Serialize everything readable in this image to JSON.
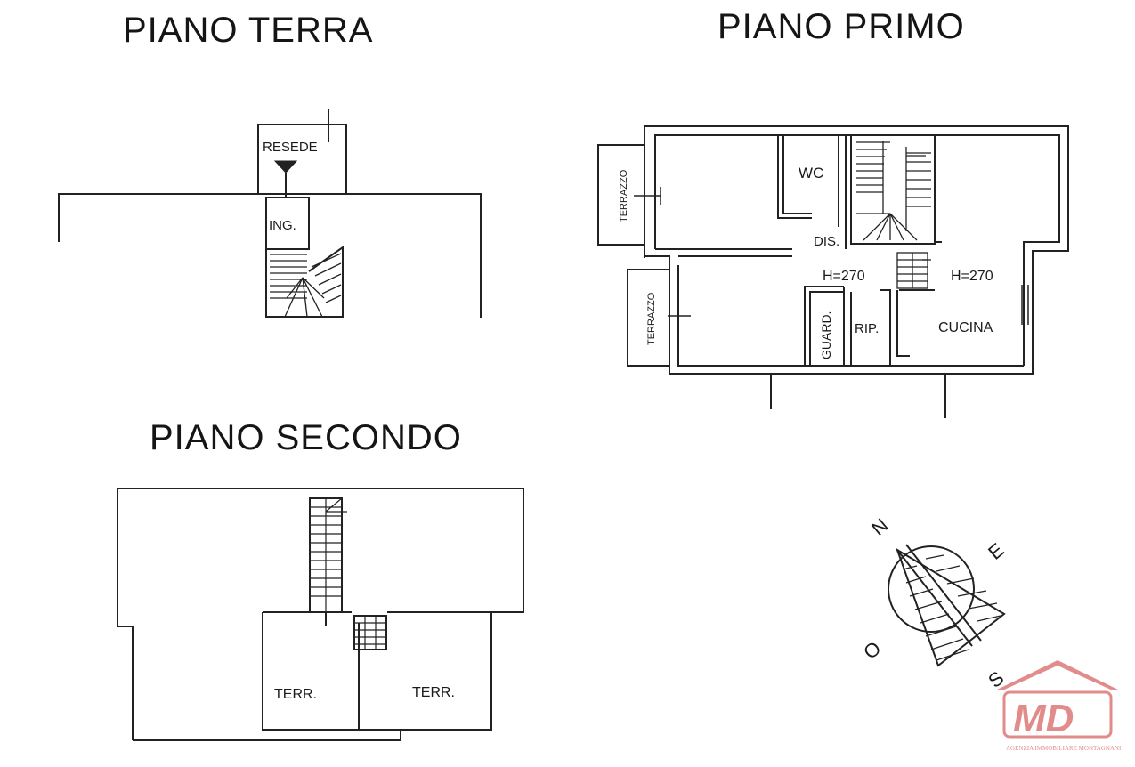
{
  "titles": {
    "ground": "PIANO TERRA",
    "first": "PIANO PRIMO",
    "second": "PIANO SECONDO"
  },
  "ground_floor": {
    "resede": "RESEDE",
    "entrance": "ING."
  },
  "first_floor": {
    "wc": "WC",
    "terrace_top": "TERRAZZO",
    "terrace_bottom": "TERRAZZO",
    "hall": "DIS.",
    "height_left": "H=270",
    "height_right": "H=270",
    "wardrobe": "GUARD.",
    "storage": "RIP.",
    "kitchen": "CUCINA"
  },
  "second_floor": {
    "terrace_left": "TERR.",
    "terrace_right": "TERR."
  },
  "compass": {
    "north": "N",
    "east": "E",
    "south": "S",
    "west": "O"
  },
  "logo": {
    "mark": "MD",
    "agency": "AGENZIA IMMOBILIARE MONTAGNANI",
    "color": "#c9302c"
  }
}
